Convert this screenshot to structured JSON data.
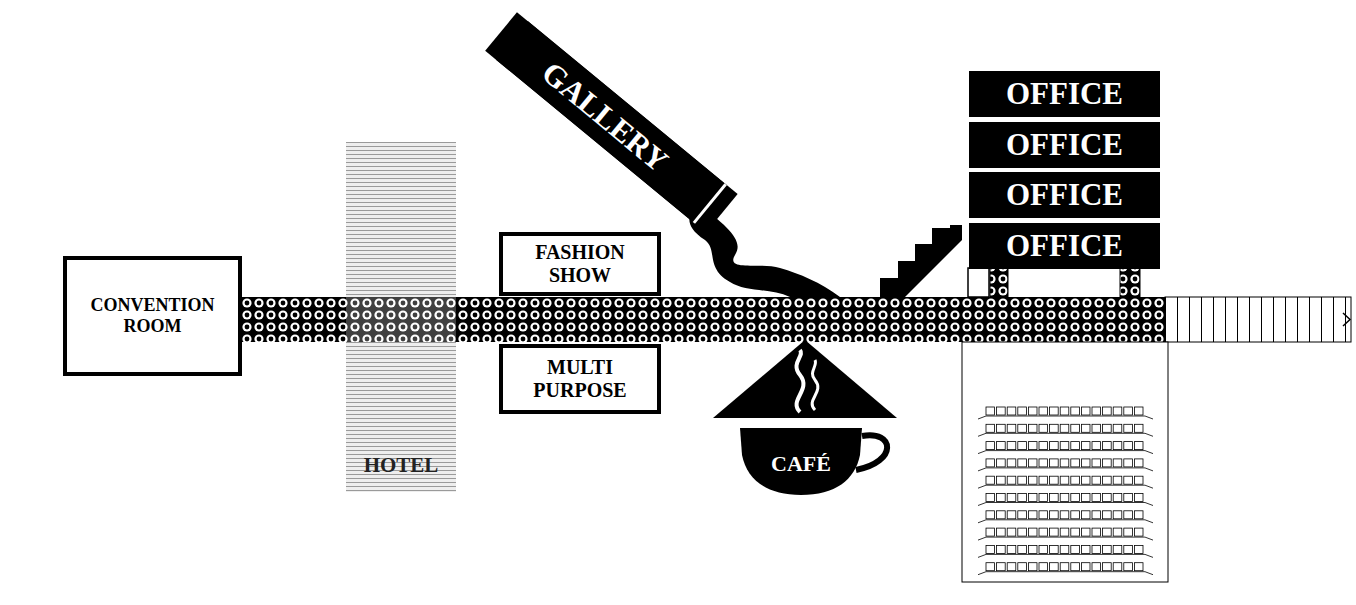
{
  "diagram": {
    "nodes": [
      {
        "text": [
          "CONVENTION ROOM"
        ]
      },
      {
        "text": [
          "HOTEL"
        ]
      },
      {
        "text": [
          "FASHION SHOW"
        ]
      },
      {
        "text": [
          "MULTI PURPOSE"
        ]
      },
      {
        "text": [
          "GALLERY"
        ]
      },
      {
        "text": [
          "OFFICE"
        ]
      },
      {
        "text": [
          "OFFICE"
        ]
      },
      {
        "text": [
          "OFFICE"
        ]
      },
      {
        "text": [
          "OFFICE"
        ]
      },
      {
        "text": [
          "CAFÉ"
        ]
      }
    ]
  }
}
